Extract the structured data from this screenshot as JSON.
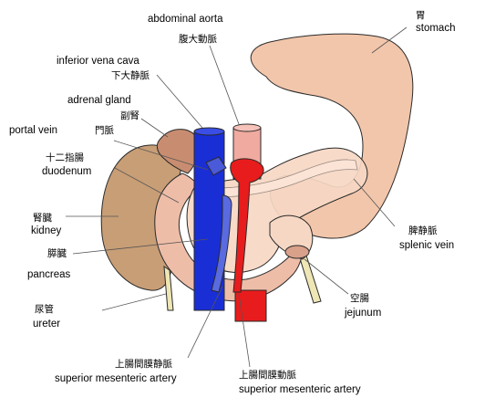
{
  "colors": {
    "stomach": "#f2c6ab",
    "kidney": "#c89e76",
    "adrenal": "#c88d71",
    "duodenum": "#eebda8",
    "pancreas": "#f6d7c3",
    "ivc": "#1a2ed6",
    "aorta": "#f0aaa0",
    "sma": "#e81c1c",
    "ureter": "#eee6b5",
    "outline": "#2a2a2a",
    "leader": "#555555"
  },
  "labels": {
    "stomach": {
      "jp": "胃",
      "en": "stomach"
    },
    "abdominal_aorta": {
      "en": "abdominal aorta",
      "jp": "腹大動脈"
    },
    "inferior_vena_cava": {
      "en": "inferior vena cava",
      "jp": "下大静脈"
    },
    "adrenal_gland": {
      "en": "adrenal gland",
      "jp": "副腎"
    },
    "portal_vein": {
      "en": "portal vein",
      "jp": "門脈"
    },
    "duodenum": {
      "jp": "十二指腸",
      "en": "duodenum"
    },
    "kidney": {
      "jp": "腎臓",
      "en": "kidney"
    },
    "pancreas": {
      "jp": "膵臓",
      "en": "pancreas"
    },
    "ureter": {
      "jp": "尿管",
      "en": "ureter"
    },
    "splenic_vein": {
      "jp": "脾静脈",
      "en": "splenic vein"
    },
    "jejunum": {
      "jp": "空腸",
      "en": "jejunum"
    },
    "superior_mesenteric_vein": {
      "jp": "上腸間膜静脈",
      "en": "superior mesenteric artery"
    },
    "superior_mesenteric_artery": {
      "jp": "上腸間膜動脈",
      "en": "superior mesenteric artery"
    }
  }
}
